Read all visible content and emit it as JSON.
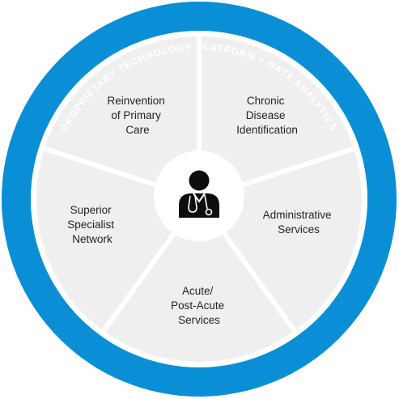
{
  "ring": {
    "text": "PROPRIETARY TECHNOLOGY PLATFORM + DATA ANALYTICS"
  },
  "center": {
    "icon": "doctor-icon"
  },
  "segments": [
    {
      "lines": [
        "Reinvention",
        "of Primary",
        "Care"
      ]
    },
    {
      "lines": [
        "Chronic",
        "Disease",
        "Identification"
      ]
    },
    {
      "lines": [
        "Administrative",
        "Services"
      ]
    },
    {
      "lines": [
        "Acute/",
        "Post-Acute",
        "Services"
      ]
    },
    {
      "lines": [
        "Superior",
        "Specialist",
        "Network"
      ]
    }
  ],
  "colors": {
    "ring": "#0a8fd6",
    "segment_fill": "#efefef",
    "divider": "#ffffff",
    "text": "#231f20",
    "icon": "#0d0d0d"
  }
}
